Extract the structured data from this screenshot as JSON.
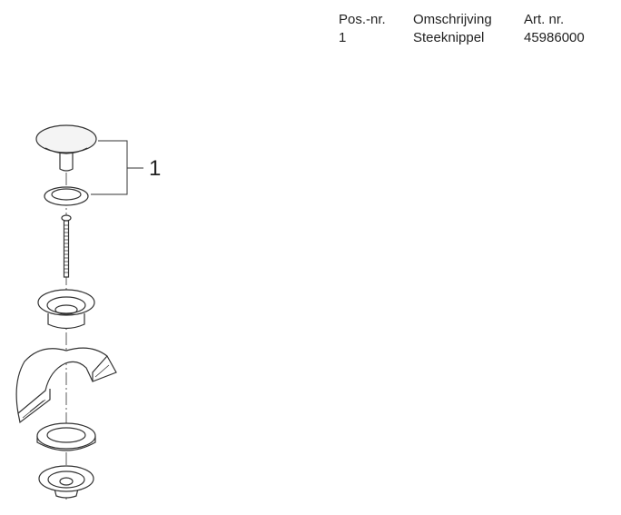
{
  "parts_table": {
    "headers": [
      "Pos.-nr.",
      "Omschrijving",
      "Art. nr."
    ],
    "rows": [
      [
        "1",
        "Steeknippel",
        "45986000"
      ]
    ]
  },
  "diagram": {
    "callout_label": "1"
  }
}
